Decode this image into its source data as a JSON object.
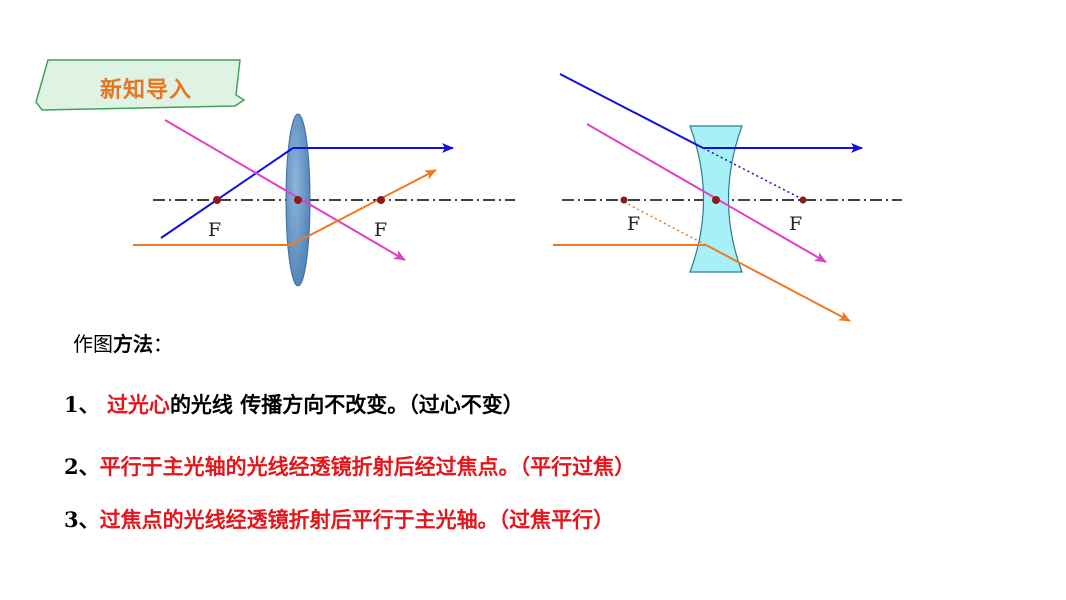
{
  "badge": {
    "title": "新知导入"
  },
  "diagrams": {
    "convex": {
      "focus_left_label": "F",
      "focus_right_label": "F"
    },
    "concave": {
      "focus_left_label": "F",
      "focus_right_label": "F"
    }
  },
  "method": {
    "prefix": "作图",
    "bold": "方法",
    "suffix": "："
  },
  "rules": [
    {
      "num": "1、 ",
      "red": "过光心",
      "black": "的光线 传播方向不改变。（过心不变）"
    },
    {
      "num": "2、",
      "red": "平行于主光轴的光线经透镜折射后经过焦点。（平行过焦）"
    },
    {
      "num": "3、",
      "red": "过焦点的光线经透镜折射后平行于主光轴。（过焦平行）"
    }
  ],
  "colors": {
    "blue_ray": "#1010e0",
    "magenta_ray": "#e040c8",
    "orange_ray": "#f07820",
    "convex_lens": "#5b8fc0",
    "concave_lens": "#a8f0f8",
    "focus_dot": "#8b1a1a",
    "badge_text": "#e8761e",
    "badge_fill": "#dff3e4",
    "rule_red": "#e5161b"
  }
}
